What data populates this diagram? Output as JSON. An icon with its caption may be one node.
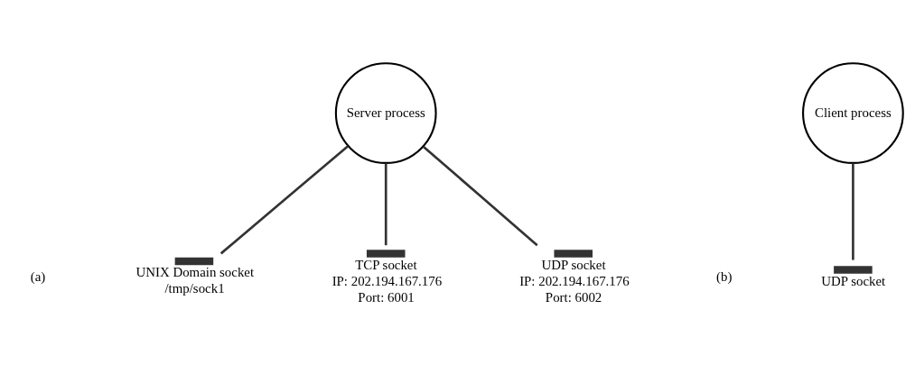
{
  "diagram": {
    "nodes": [
      {
        "text": [
          "Server process"
        ]
      },
      {
        "text": [
          "UNIX Domain socket",
          "/tmp/sock1"
        ]
      },
      {
        "text": [
          "TCP socket",
          "IP: 202.194.167.176",
          "Port: 6001"
        ]
      },
      {
        "text": [
          "UDP socket",
          "IP: 202.194.167.176",
          "Port: 6002"
        ]
      },
      {
        "text": [
          "Client process"
        ]
      },
      {
        "text": [
          "UDP socket"
        ]
      }
    ],
    "edges": [
      {
        "from": 0,
        "to": 1,
        "arrow": "none"
      },
      {
        "from": 0,
        "to": 2,
        "arrow": "none"
      },
      {
        "from": 0,
        "to": 3,
        "arrow": "none"
      },
      {
        "from": 4,
        "to": 5,
        "arrow": "none"
      }
    ],
    "labels": [
      "(a)",
      "(b)"
    ]
  }
}
